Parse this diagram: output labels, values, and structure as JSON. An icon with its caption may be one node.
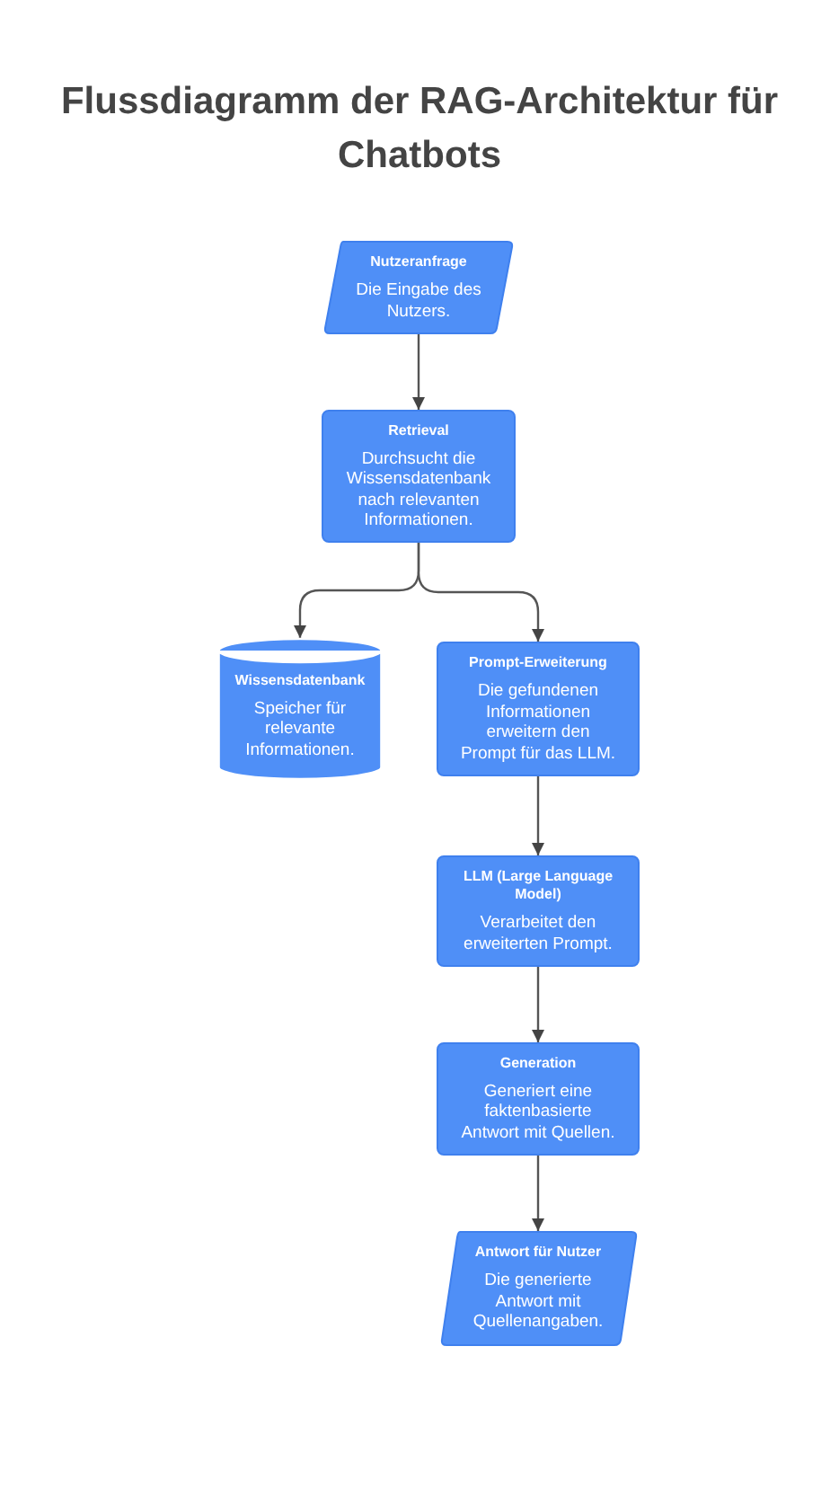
{
  "diagram": {
    "title": "Flussdiagramm der RAG-Architektur für Chatbots",
    "nodes": [
      {
        "text": [
          "Nutzeranfrage",
          "Die Eingabe des Nutzers."
        ]
      },
      {
        "text": [
          "Retrieval",
          "Durchsucht die Wissensdatenbank nach relevanten Informationen."
        ]
      },
      {
        "text": [
          "Wissensdatenbank",
          "Speicher für relevante Informationen."
        ]
      },
      {
        "text": [
          "Prompt-Erweiterung",
          "Die gefundenen Informationen erweitern den Prompt für das LLM."
        ]
      },
      {
        "text": [
          "LLM (Large Language Model)",
          "Verarbeitet den erweiterten Prompt."
        ]
      },
      {
        "text": [
          "Generation",
          "Generiert eine faktenbasierte Antwort mit Quellen."
        ]
      },
      {
        "text": [
          "Antwort für Nutzer",
          "Die generierte Antwort mit Quellenangaben."
        ]
      }
    ],
    "edges": [
      {
        "from": 0,
        "to": 1,
        "arrow": "to"
      },
      {
        "from": 1,
        "to": 2,
        "arrow": "to"
      },
      {
        "from": 1,
        "to": 3,
        "arrow": "to"
      },
      {
        "from": 3,
        "to": 4,
        "arrow": "to"
      },
      {
        "from": 4,
        "to": 5,
        "arrow": "to"
      },
      {
        "from": 5,
        "to": 6,
        "arrow": "to"
      }
    ]
  }
}
